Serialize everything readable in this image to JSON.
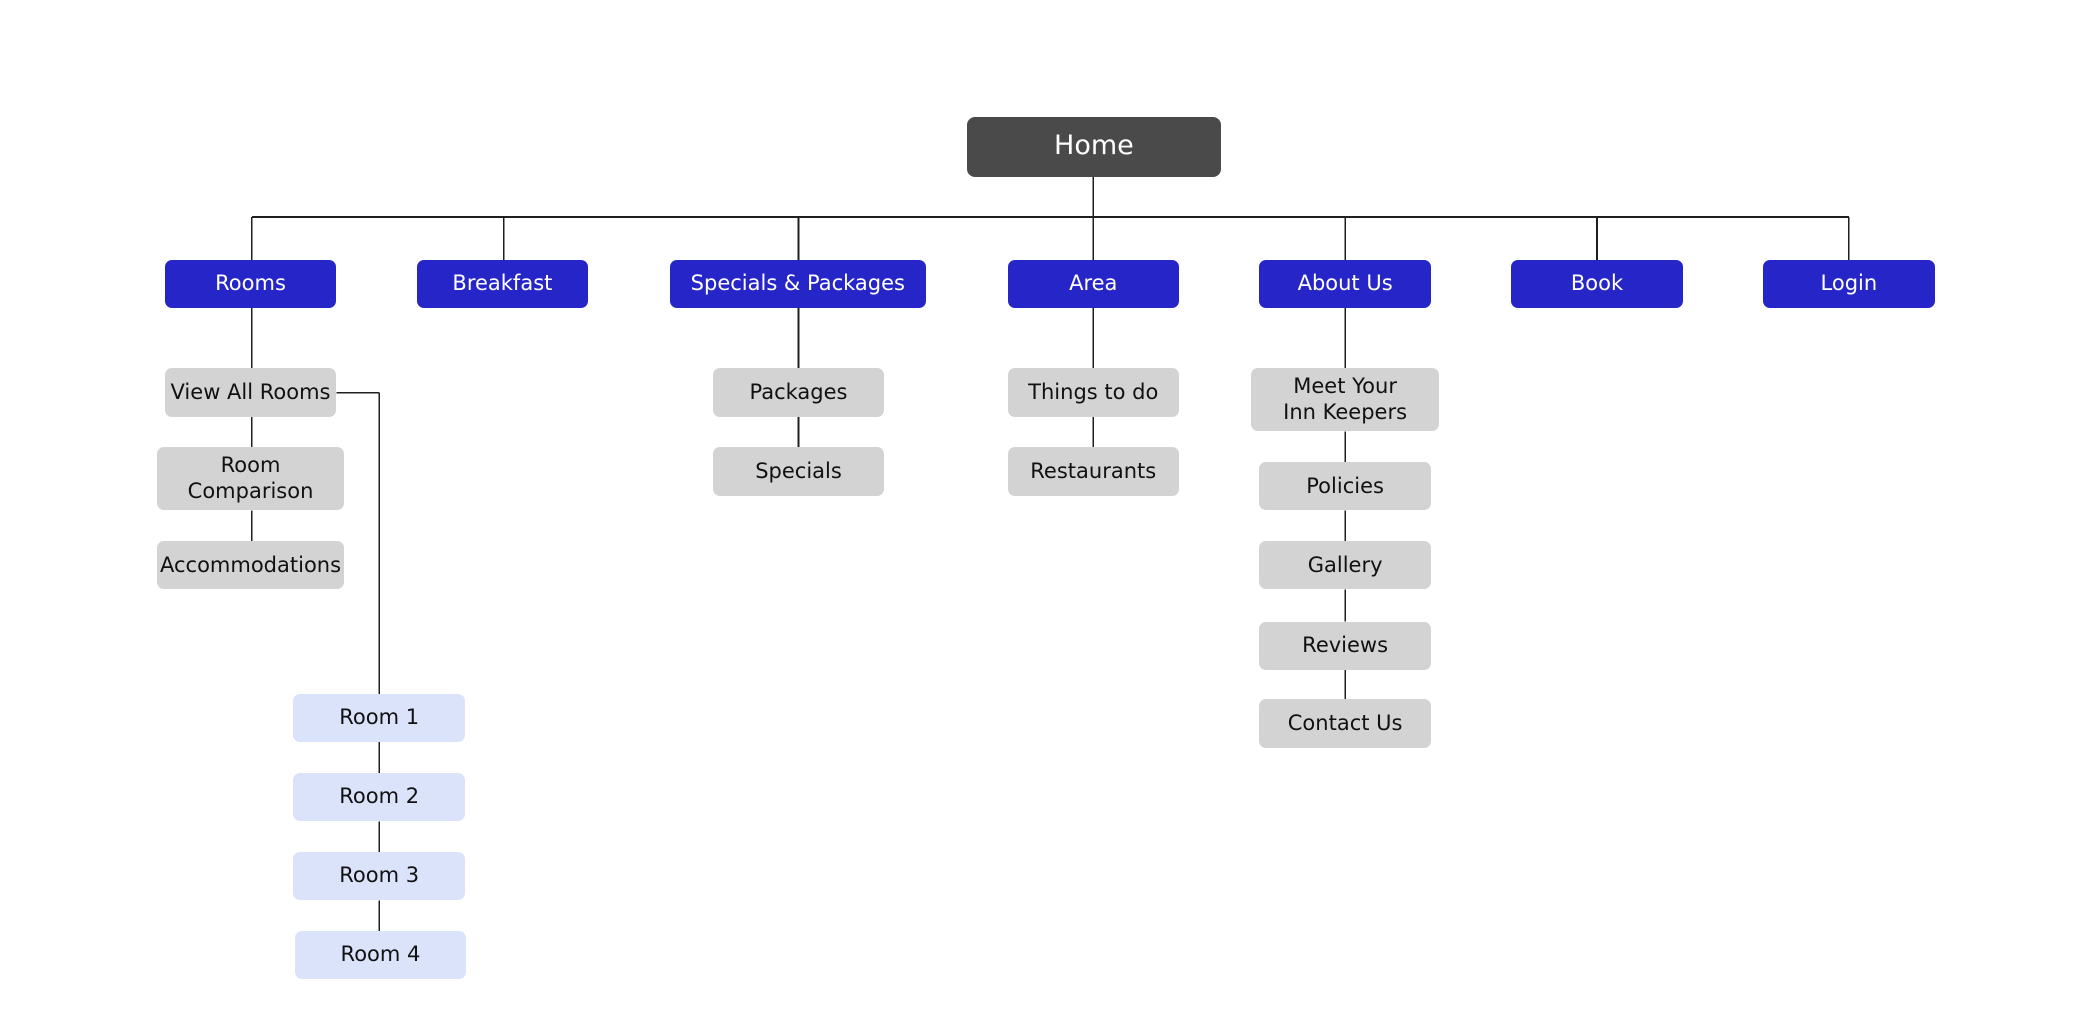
{
  "colors": {
    "root_fill": "#4a4a4a",
    "section_fill": "#2626c8",
    "page_fill": "#d3d3d3",
    "room_fill": "#dbe3fb",
    "connector": "#1f1f1f"
  },
  "sitemap": {
    "home": {
      "label": "Home"
    },
    "sections": [
      {
        "label": "Rooms",
        "pages": [
          {
            "label": "View All Rooms"
          },
          {
            "label": "Room\nComparison"
          },
          {
            "label": "Accommodations"
          }
        ],
        "rooms": [
          {
            "label": "Room 1"
          },
          {
            "label": "Room 2"
          },
          {
            "label": "Room 3"
          },
          {
            "label": "Room 4"
          }
        ]
      },
      {
        "label": "Breakfast",
        "pages": []
      },
      {
        "label": "Specials & Packages",
        "pages": [
          {
            "label": "Packages"
          },
          {
            "label": "Specials"
          }
        ]
      },
      {
        "label": "Area",
        "pages": [
          {
            "label": "Things to do"
          },
          {
            "label": "Restaurants"
          }
        ]
      },
      {
        "label": "About Us",
        "pages": [
          {
            "label": "Meet Your\nInn Keepers"
          },
          {
            "label": "Policies"
          },
          {
            "label": "Gallery"
          },
          {
            "label": "Reviews"
          },
          {
            "label": "Contact Us"
          }
        ]
      },
      {
        "label": "Book",
        "pages": []
      },
      {
        "label": "Login",
        "pages": []
      }
    ]
  }
}
